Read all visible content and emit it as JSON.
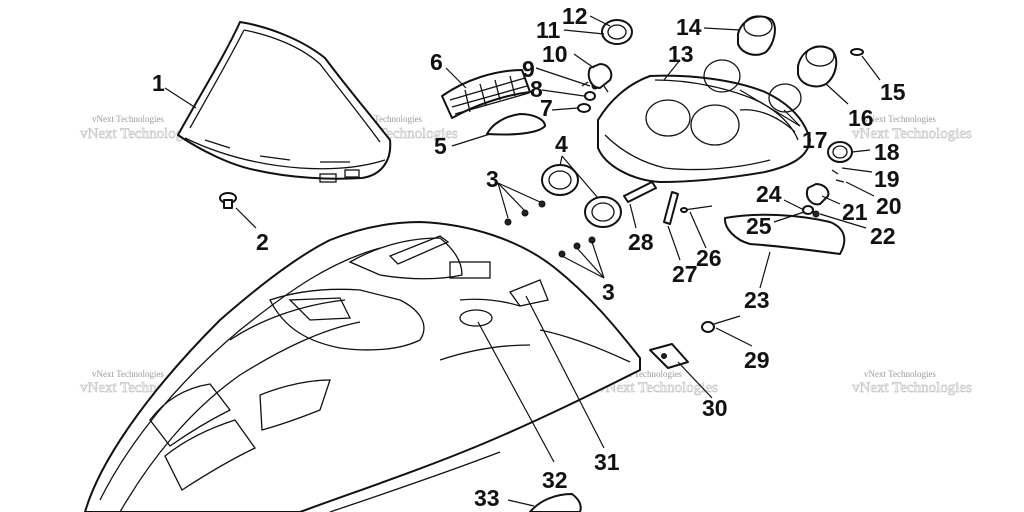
{
  "watermark": {
    "text": "vNext Technologies",
    "color": "#9a9a9a"
  },
  "callouts": [
    {
      "id": "1",
      "label": "1"
    },
    {
      "id": "2",
      "label": "2"
    },
    {
      "id": "3a",
      "label": "3"
    },
    {
      "id": "3b",
      "label": "3"
    },
    {
      "id": "4",
      "label": "4"
    },
    {
      "id": "5",
      "label": "5"
    },
    {
      "id": "6",
      "label": "6"
    },
    {
      "id": "7",
      "label": "7"
    },
    {
      "id": "8",
      "label": "8"
    },
    {
      "id": "9",
      "label": "9"
    },
    {
      "id": "10",
      "label": "10"
    },
    {
      "id": "11",
      "label": "11"
    },
    {
      "id": "12",
      "label": "12"
    },
    {
      "id": "13",
      "label": "13"
    },
    {
      "id": "14",
      "label": "14"
    },
    {
      "id": "15",
      "label": "15"
    },
    {
      "id": "16",
      "label": "16"
    },
    {
      "id": "17",
      "label": "17"
    },
    {
      "id": "18",
      "label": "18"
    },
    {
      "id": "19",
      "label": "19"
    },
    {
      "id": "20",
      "label": "20"
    },
    {
      "id": "21",
      "label": "21"
    },
    {
      "id": "22",
      "label": "22"
    },
    {
      "id": "23",
      "label": "23"
    },
    {
      "id": "24",
      "label": "24"
    },
    {
      "id": "25",
      "label": "25"
    },
    {
      "id": "26",
      "label": "26"
    },
    {
      "id": "27",
      "label": "27"
    },
    {
      "id": "28",
      "label": "28"
    },
    {
      "id": "29",
      "label": "29"
    },
    {
      "id": "30",
      "label": "30"
    },
    {
      "id": "31",
      "label": "31"
    },
    {
      "id": "32",
      "label": "32"
    },
    {
      "id": "33",
      "label": "33"
    }
  ]
}
